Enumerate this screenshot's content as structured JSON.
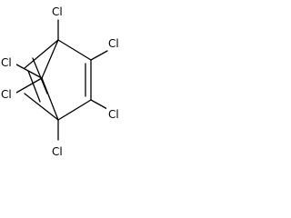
{
  "molecule": {
    "atoms": {
      "cl_top": "Cl",
      "cl_upper_right": "Cl",
      "cl_lower_right": "Cl",
      "cl_bottom": "Cl",
      "cl_bridge_upper": "Cl",
      "cl_bridge_lower": "Cl"
    }
  }
}
